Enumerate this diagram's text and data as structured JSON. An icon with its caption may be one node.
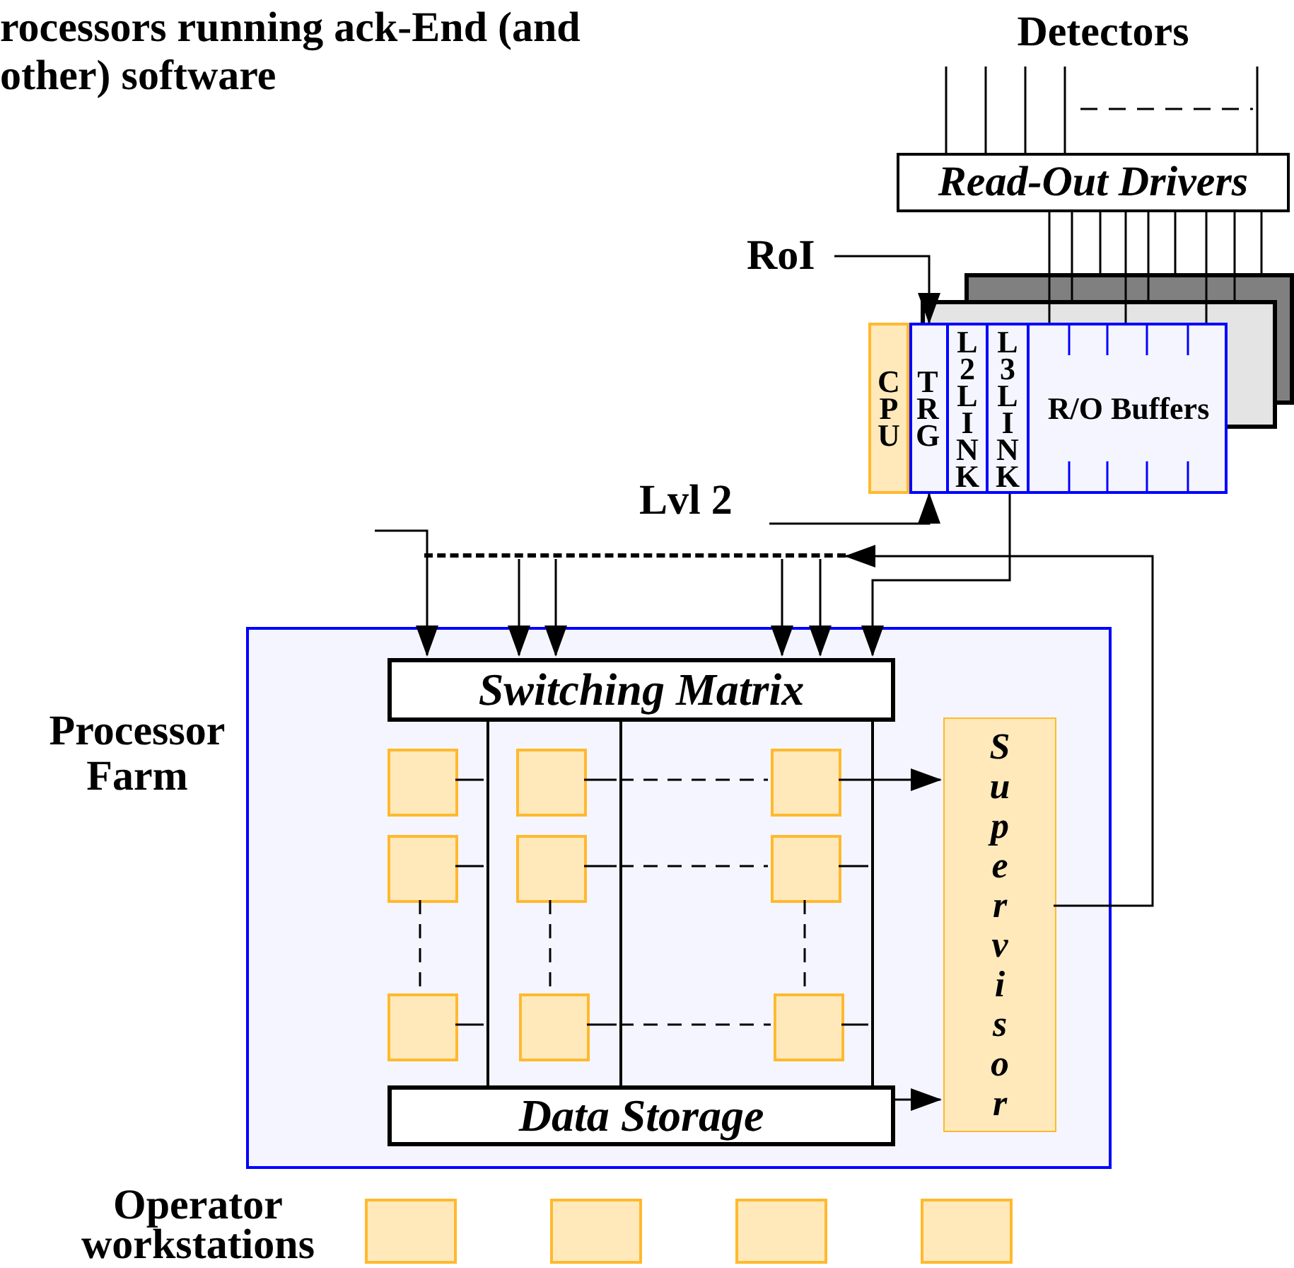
{
  "diagram": {
    "nodes": [
      {
        "text": [
          "Detectors"
        ]
      },
      {
        "text": [
          "Read-Out Drivers"
        ]
      },
      {
        "text": [
          "RoI"
        ]
      },
      {
        "text": [],
        "shape": "box"
      },
      {
        "text": [
          "CPU"
        ]
      },
      {
        "text": [
          "TRG"
        ],
        "in": 3
      },
      {
        "text": [
          "L2LINK"
        ],
        "in": 3
      },
      {
        "text": [
          "L3LINK"
        ],
        "in": 3
      },
      {
        "text": [
          "R/O Buffers"
        ],
        "in": 3
      },
      {
        "text": [
          "Lvl 2"
        ]
      },
      {
        "text": [],
        "shape": "bar"
      },
      {
        "text": [
          "Processor Farm"
        ]
      },
      {
        "text": [
          "Switching Matrix"
        ],
        "in": 11
      },
      {
        "text": [],
        "shape": "bar",
        "in": 11
      },
      {
        "text": [],
        "shape": "bar",
        "in": 11
      },
      {
        "text": [],
        "shape": "bar",
        "in": 11
      },
      {
        "text": [],
        "shape": "box",
        "in": 11
      },
      {
        "text": [],
        "shape": "box",
        "in": 11
      },
      {
        "text": [],
        "shape": "box",
        "in": 11
      },
      {
        "text": [],
        "shape": "box",
        "in": 11
      },
      {
        "text": [],
        "shape": "box",
        "in": 11
      },
      {
        "text": [],
        "shape": "box",
        "in": 11
      },
      {
        "text": [],
        "shape": "box",
        "in": 11
      },
      {
        "text": [],
        "shape": "box",
        "in": 11
      },
      {
        "text": [],
        "shape": "box",
        "in": 11
      },
      {
        "text": [
          "Supervisor"
        ],
        "in": 11
      },
      {
        "text": [
          "Data Storage"
        ],
        "in": 11
      },
      {
        "text": [],
        "shape": "box"
      },
      {
        "text": [],
        "shape": "box"
      },
      {
        "text": [],
        "shape": "box"
      },
      {
        "text": [],
        "shape": "box"
      }
    ],
    "edges": [
      {
        "from": 0,
        "to": 1,
        "arrow": "none"
      },
      {
        "from": 0,
        "to": 1,
        "arrow": "none"
      },
      {
        "from": 0,
        "to": 1,
        "arrow": "none"
      },
      {
        "from": 0,
        "to": 1,
        "arrow": "none"
      },
      {
        "from": 0,
        "to": 1,
        "arrow": "none"
      },
      {
        "from": 1,
        "to": 3,
        "arrow": "none"
      },
      {
        "from": 1,
        "to": 3,
        "arrow": "none"
      },
      {
        "from": 1,
        "to": 3,
        "arrow": "none"
      },
      {
        "from": 1,
        "to": 3,
        "arrow": "none"
      },
      {
        "from": 1,
        "to": 3,
        "arrow": "none"
      },
      {
        "from": 1,
        "to": 3,
        "arrow": "none"
      },
      {
        "from": 1,
        "to": 3,
        "arrow": "none"
      },
      {
        "from": 1,
        "to": 3,
        "arrow": "none"
      },
      {
        "from": 1,
        "to": 3,
        "arrow": "none"
      },
      {
        "from": 2,
        "to": 5,
        "arrow": "to"
      },
      {
        "from": 9,
        "to": 5,
        "arrow": "to"
      },
      {
        "from": 7,
        "to": 12,
        "arrow": "to"
      },
      {
        "from": null,
        "to": 12,
        "arrow": "to"
      },
      {
        "from": 10,
        "to": 12,
        "arrow": "to"
      },
      {
        "from": 10,
        "to": 12,
        "arrow": "to"
      },
      {
        "from": 10,
        "to": 12,
        "arrow": "to"
      },
      {
        "from": 10,
        "to": 12,
        "arrow": "to"
      },
      {
        "from": 25,
        "to": 10,
        "arrow": "to"
      },
      {
        "from": 16,
        "to": 13,
        "arrow": "none"
      },
      {
        "from": 17,
        "to": 14,
        "arrow": "none"
      },
      {
        "from": 18,
        "to": 25,
        "arrow": "to"
      },
      {
        "from": 19,
        "to": 13,
        "arrow": "none"
      },
      {
        "from": 20,
        "to": 14,
        "arrow": "none"
      },
      {
        "from": 21,
        "to": 15,
        "arrow": "none"
      },
      {
        "from": 22,
        "to": 13,
        "arrow": "none"
      },
      {
        "from": 23,
        "to": 14,
        "arrow": "none"
      },
      {
        "from": 24,
        "to": 15,
        "arrow": "none"
      },
      {
        "from": 14,
        "to": 18,
        "arrow": "none",
        "style": "dashed"
      },
      {
        "from": 14,
        "to": 21,
        "arrow": "none",
        "style": "dashed"
      },
      {
        "from": 14,
        "to": 24,
        "arrow": "none",
        "style": "dashed"
      },
      {
        "from": 19,
        "to": 22,
        "arrow": "none",
        "style": "dashed"
      },
      {
        "from": 20,
        "to": 23,
        "arrow": "none",
        "style": "dashed"
      },
      {
        "from": 21,
        "to": 24,
        "arrow": "none",
        "style": "dashed"
      },
      {
        "from": 26,
        "to": 25,
        "arrow": "to"
      }
    ],
    "labels": [
      "rocessors running ack-End (and other) software",
      "Operator workstations"
    ]
  }
}
